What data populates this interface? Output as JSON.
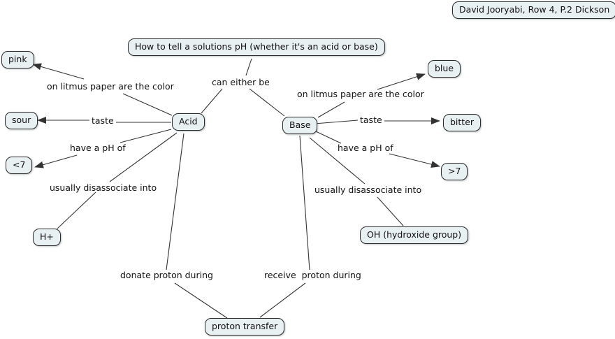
{
  "student_info": "David Jooryabi, Row 4, P.2 Dickson",
  "map": {
    "title": "How to tell a solutions pH (whether it's an acid or base)",
    "links": {
      "can_either_be": "can either be",
      "acid_litmus": "on litmus paper are the color",
      "acid_taste": "taste",
      "acid_ph": "have a pH of",
      "acid_dissociate": "usually disassociate into",
      "acid_donate": "donate proton during",
      "base_litmus": "on litmus paper are the color",
      "base_taste": "taste",
      "base_ph": "have a pH of",
      "base_dissociate": "usually disassociate into",
      "base_receive": "receive  proton during"
    },
    "concepts": {
      "acid": "Acid",
      "base": "Base",
      "pink": "pink",
      "sour": "sour",
      "less_than_7": "<7",
      "h_plus": "H+",
      "blue": "blue",
      "bitter": "bitter",
      "greater_than_7": ">7",
      "hydroxide": "OH (hydroxide group)",
      "proton_transfer": "proton transfer"
    },
    "colors": {
      "node_fill": "#e9f0f2",
      "node_border": "#2b2b2b",
      "line_color": "#333333",
      "canvas_bg": "#ffffff",
      "text_color": "#111111"
    }
  }
}
